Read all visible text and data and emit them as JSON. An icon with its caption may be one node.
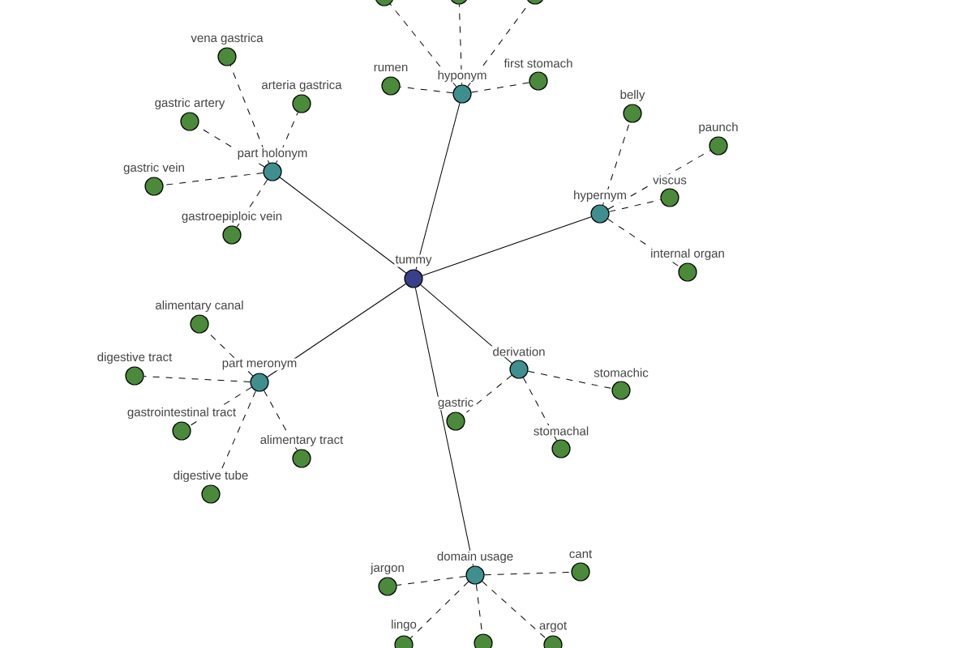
{
  "diagram": {
    "nodes": [
      {
        "text": [
          "tummy"
        ]
      },
      {
        "text": [
          "hyponym"
        ]
      },
      {
        "text": [
          "part holonym"
        ]
      },
      {
        "text": [
          "hypernym"
        ]
      },
      {
        "text": [
          "part meronym"
        ]
      },
      {
        "text": [
          "derivation"
        ]
      },
      {
        "text": [
          "domain usage"
        ]
      },
      {
        "text": [],
        "shape": "circle"
      },
      {
        "text": [],
        "shape": "circle"
      },
      {
        "text": [],
        "shape": "circle"
      },
      {
        "text": [
          "rumen"
        ]
      },
      {
        "text": [
          "first stomach"
        ]
      },
      {
        "text": [
          "vena gastrica"
        ]
      },
      {
        "text": [
          "arteria gastrica"
        ]
      },
      {
        "text": [
          "gastric artery"
        ]
      },
      {
        "text": [
          "gastric vein"
        ]
      },
      {
        "text": [
          "gastroepiploic vein"
        ]
      },
      {
        "text": [
          "belly"
        ]
      },
      {
        "text": [
          "paunch"
        ]
      },
      {
        "text": [
          "viscus"
        ]
      },
      {
        "text": [
          "internal organ"
        ]
      },
      {
        "text": [
          "alimentary canal"
        ]
      },
      {
        "text": [
          "digestive tract"
        ]
      },
      {
        "text": [
          "gastrointestinal tract"
        ]
      },
      {
        "text": [
          "alimentary tract"
        ]
      },
      {
        "text": [
          "digestive tube"
        ]
      },
      {
        "text": [
          "stomachic"
        ]
      },
      {
        "text": [
          "gastric"
        ]
      },
      {
        "text": [
          "stomachal"
        ]
      },
      {
        "text": [
          "cant"
        ]
      },
      {
        "text": [
          "jargon"
        ]
      },
      {
        "text": [
          "argot"
        ]
      },
      {
        "text": [
          "lingo"
        ]
      },
      {
        "text": [],
        "shape": "circle"
      }
    ],
    "edges": [
      {
        "from": 0,
        "to": 1,
        "arrow": "none"
      },
      {
        "from": 0,
        "to": 2,
        "arrow": "none"
      },
      {
        "from": 0,
        "to": 3,
        "arrow": "none"
      },
      {
        "from": 0,
        "to": 4,
        "arrow": "none"
      },
      {
        "from": 0,
        "to": 5,
        "arrow": "none"
      },
      {
        "from": 0,
        "to": 6,
        "arrow": "none"
      },
      {
        "from": 1,
        "to": 7,
        "arrow": "none",
        "style": "dashed"
      },
      {
        "from": 1,
        "to": 8,
        "arrow": "none",
        "style": "dashed"
      },
      {
        "from": 1,
        "to": 9,
        "arrow": "none",
        "style": "dashed"
      },
      {
        "from": 1,
        "to": 10,
        "arrow": "none",
        "style": "dashed"
      },
      {
        "from": 1,
        "to": 11,
        "arrow": "none",
        "style": "dashed"
      },
      {
        "from": 2,
        "to": 12,
        "arrow": "none",
        "style": "dashed"
      },
      {
        "from": 2,
        "to": 13,
        "arrow": "none",
        "style": "dashed"
      },
      {
        "from": 2,
        "to": 14,
        "arrow": "none",
        "style": "dashed"
      },
      {
        "from": 2,
        "to": 15,
        "arrow": "none",
        "style": "dashed"
      },
      {
        "from": 2,
        "to": 16,
        "arrow": "none",
        "style": "dashed"
      },
      {
        "from": 3,
        "to": 17,
        "arrow": "none",
        "style": "dashed"
      },
      {
        "from": 3,
        "to": 18,
        "arrow": "none",
        "style": "dashed"
      },
      {
        "from": 3,
        "to": 19,
        "arrow": "none",
        "style": "dashed"
      },
      {
        "from": 3,
        "to": 20,
        "arrow": "none",
        "style": "dashed"
      },
      {
        "from": 4,
        "to": 21,
        "arrow": "none",
        "style": "dashed"
      },
      {
        "from": 4,
        "to": 22,
        "arrow": "none",
        "style": "dashed"
      },
      {
        "from": 4,
        "to": 23,
        "arrow": "none",
        "style": "dashed"
      },
      {
        "from": 4,
        "to": 24,
        "arrow": "none",
        "style": "dashed"
      },
      {
        "from": 4,
        "to": 25,
        "arrow": "none",
        "style": "dashed"
      },
      {
        "from": 5,
        "to": 26,
        "arrow": "none",
        "style": "dashed"
      },
      {
        "from": 5,
        "to": 27,
        "arrow": "none",
        "style": "dashed"
      },
      {
        "from": 5,
        "to": 28,
        "arrow": "none",
        "style": "dashed"
      },
      {
        "from": 6,
        "to": 29,
        "arrow": "none",
        "style": "dashed"
      },
      {
        "from": 6,
        "to": 30,
        "arrow": "none",
        "style": "dashed"
      },
      {
        "from": 6,
        "to": 31,
        "arrow": "none",
        "style": "dashed"
      },
      {
        "from": 6,
        "to": 32,
        "arrow": "none",
        "style": "dashed"
      },
      {
        "from": 6,
        "to": 33,
        "arrow": "none",
        "style": "dashed"
      }
    ]
  }
}
